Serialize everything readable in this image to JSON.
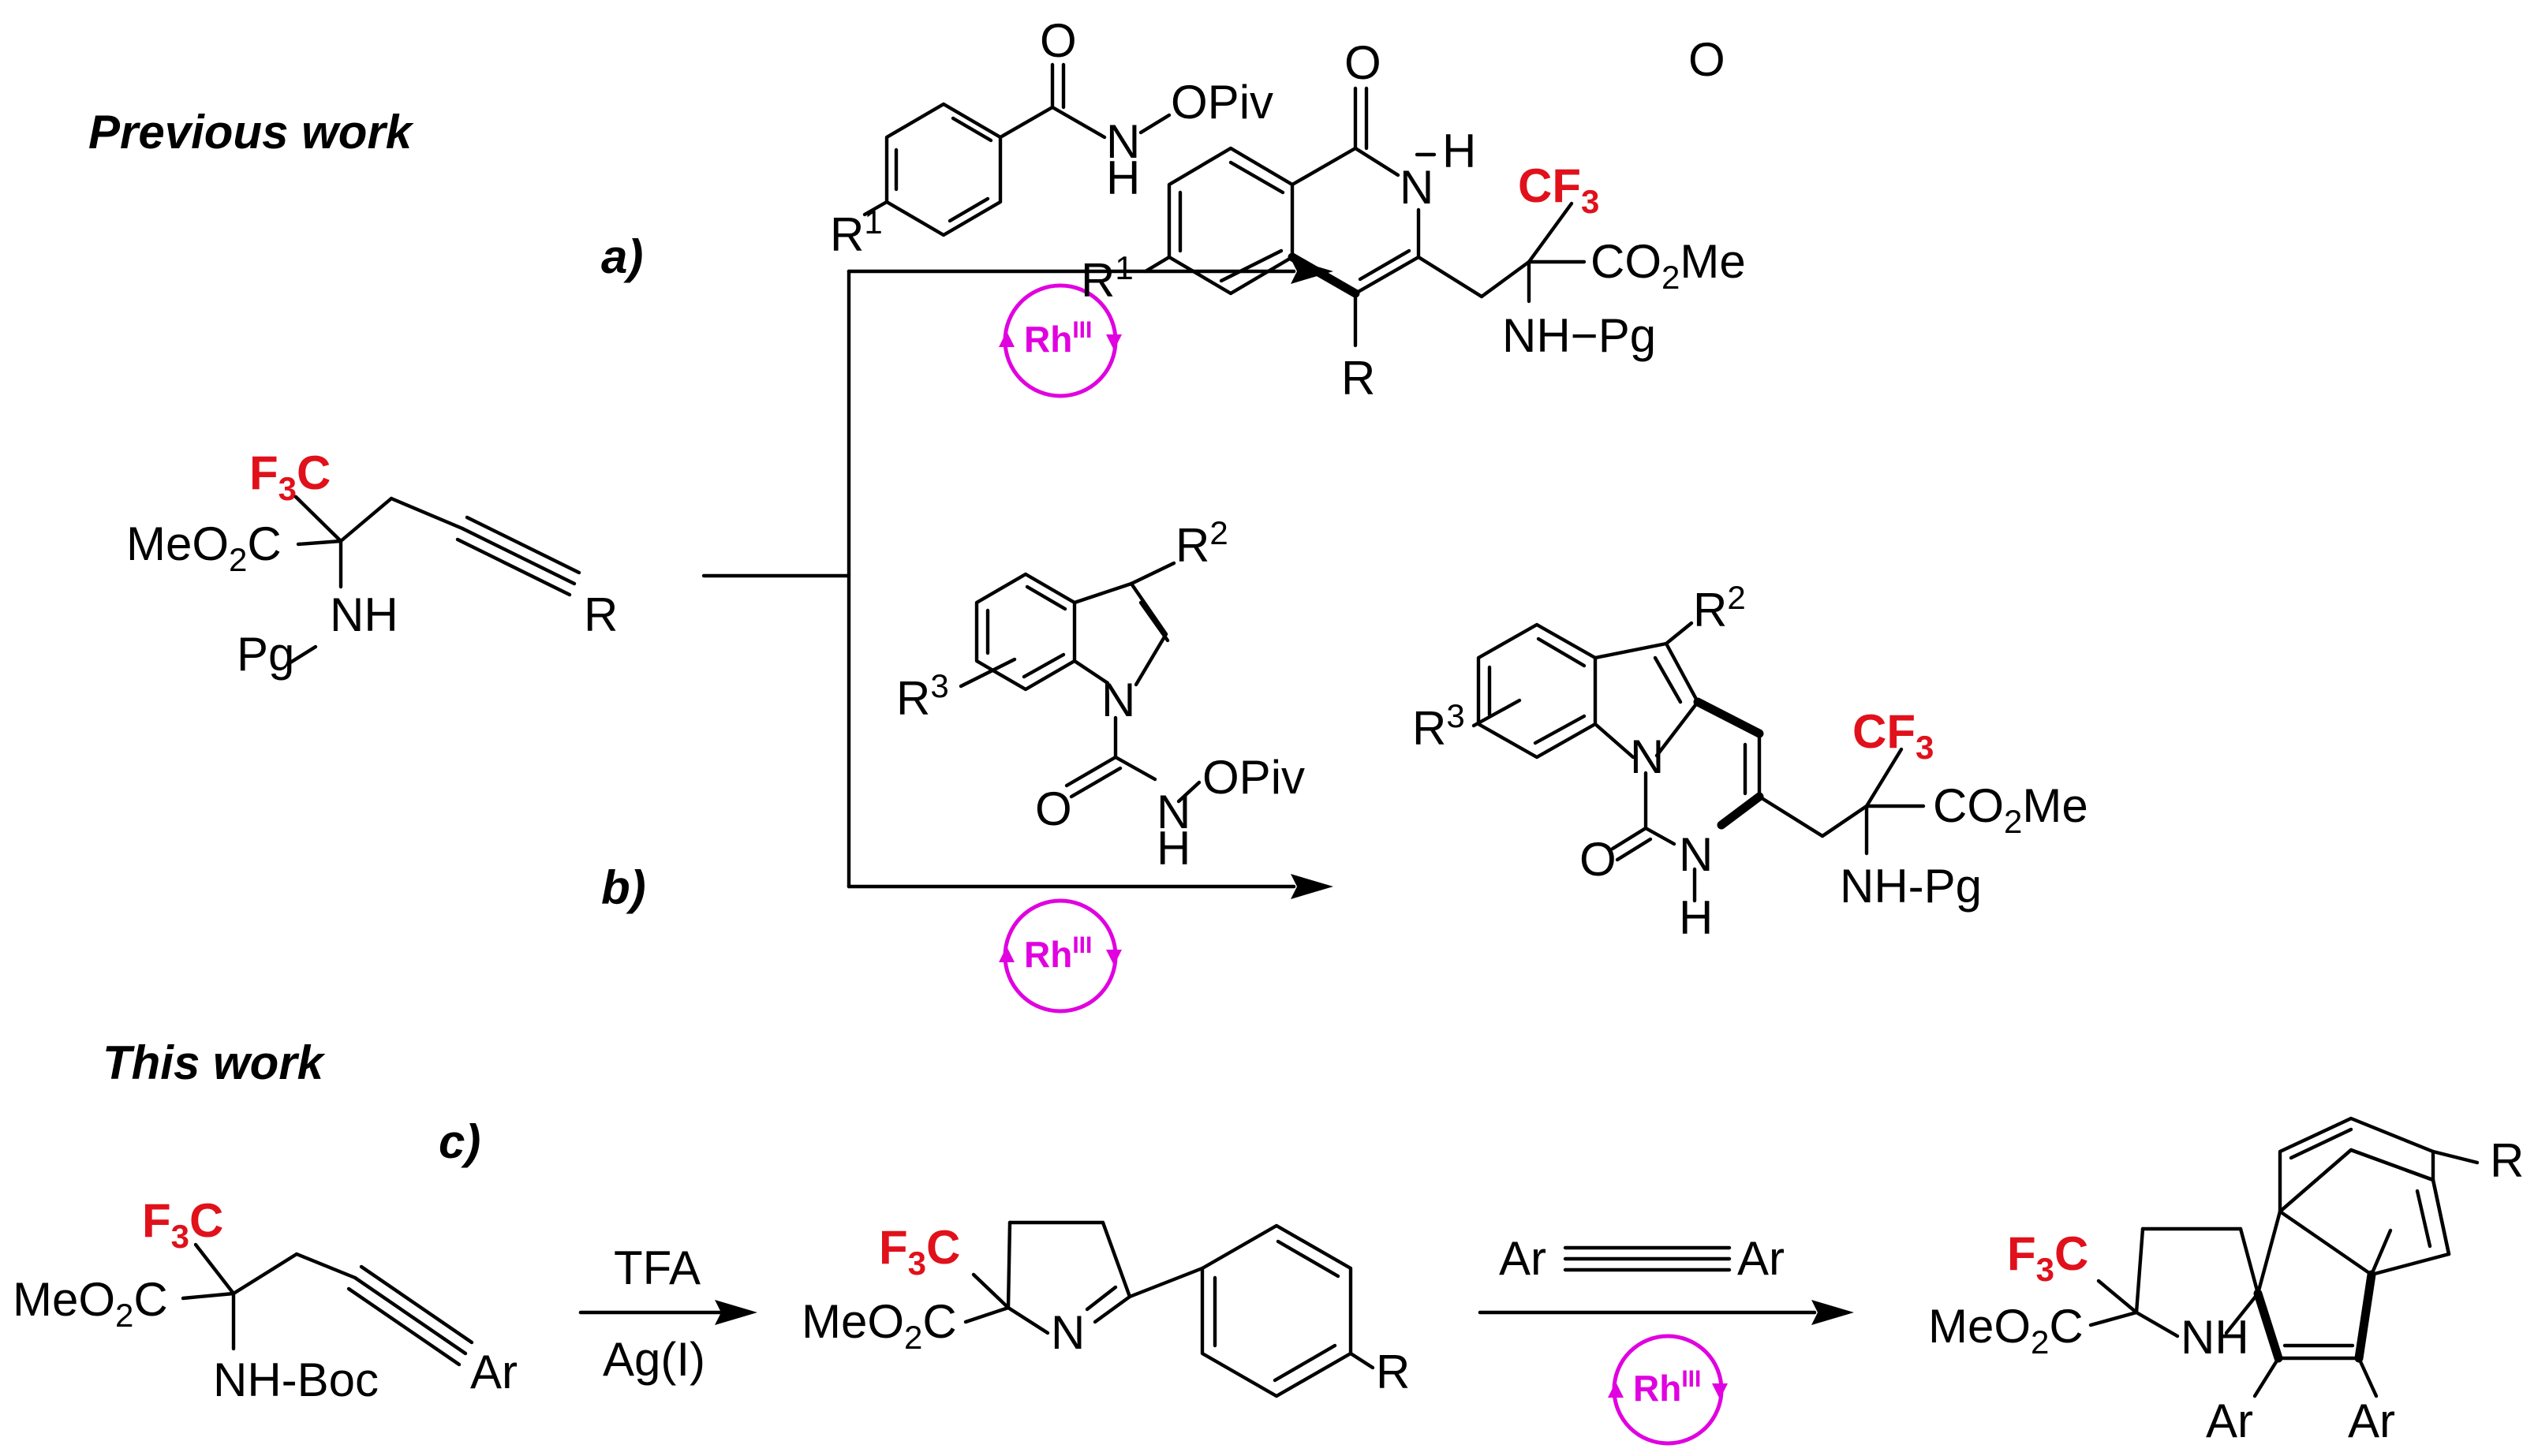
{
  "headings": {
    "previous": "Previous work",
    "this": "This work",
    "a": "a)",
    "b": "b)",
    "c": "c)"
  },
  "catalyst": {
    "symbol": "Rh",
    "oxidation": "III"
  },
  "reagents": {
    "tfa": "TFA",
    "ag": "Ag(I)",
    "alkyne_left": "Ar",
    "alkyne_right": "Ar"
  },
  "atoms": {
    "cf3": "CF",
    "f3c": "F",
    "three": "3",
    "c": "C",
    "meo2c_a": "MeO",
    "two": "2",
    "co2me_a": "CO",
    "me": "Me",
    "nh_pg_a": "NH−Pg",
    "nh_pg_b": "NH-Pg",
    "nh_boc": "NH-Boc",
    "nh": "NH",
    "pg": "Pg",
    "r": "R",
    "r1": "R",
    "sup1": "1",
    "r2": "R",
    "sup2": "2",
    "r3": "R",
    "sup3": "3",
    "o": "O",
    "n": "N",
    "h": "H",
    "opiv": "OPiv",
    "ar": "Ar"
  },
  "colors": {
    "cf3": "#e0111b",
    "catalyst": "#e000e0",
    "ink": "#000000"
  }
}
